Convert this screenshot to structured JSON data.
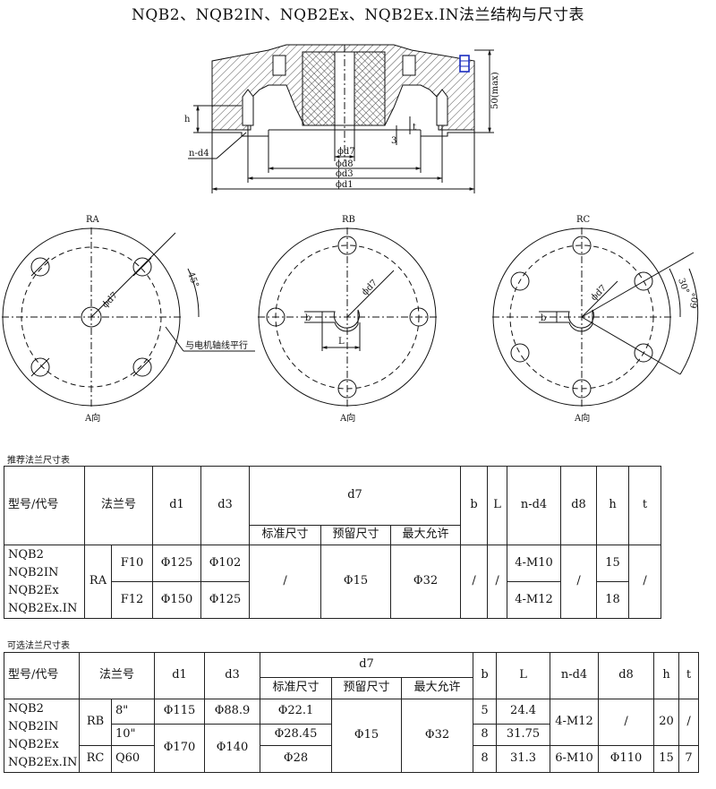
{
  "title": "NQB2、NQB2IN、NQB2Ex、NQB2Ex.IN法兰结构与尺寸表",
  "drawing": {
    "dims": {
      "d7": "ϕd7",
      "d8": "ϕd8",
      "d3": "ϕd3",
      "d1": "ϕd1",
      "h": "h",
      "t": "t",
      "three": "3",
      "max50": "50(max)",
      "nd4": "n-d4"
    },
    "views": [
      {
        "label": "RA",
        "view": "A向",
        "d7": "ϕd7",
        "angle": "45°",
        "note": "与电机轴线平行"
      },
      {
        "label": "RB",
        "view": "A向",
        "d7": "ϕd7",
        "b": "b",
        "L": "L"
      },
      {
        "label": "RC",
        "view": "A向",
        "d7": "ϕd7",
        "b": "b",
        "angle1": "30°",
        "angle2": "60°"
      }
    ]
  },
  "table1": {
    "caption": "推荐法兰尺寸表",
    "headers": {
      "model": "型号/代号",
      "flange": "法兰号",
      "d1": "d1",
      "d3": "d3",
      "d7": "d7",
      "d7_std": "标准尺寸",
      "d7_res": "预留尺寸",
      "d7_max": "最大允许",
      "b": "b",
      "L": "L",
      "nd4": "n-d4",
      "d8": "d8",
      "h": "h",
      "t": "t"
    },
    "models": [
      "NQB2",
      "NQB2IN",
      "NQB2Ex",
      "NQB2Ex.IN"
    ],
    "flange_type": "RA",
    "rows": [
      {
        "flange": "F10",
        "d1": "Φ125",
        "d3": "Φ102",
        "nd4": "4-M10",
        "h": "15"
      },
      {
        "flange": "F12",
        "d1": "Φ150",
        "d3": "Φ125",
        "nd4": "4-M12",
        "h": "18"
      }
    ],
    "shared": {
      "d7_std": "/",
      "d7_res": "Φ15",
      "d7_max": "Φ32",
      "b": "/",
      "L": "/",
      "d8": "/",
      "t": "/"
    }
  },
  "table2": {
    "caption": "可选法兰尺寸表",
    "headers": {
      "model": "型号/代号",
      "flange": "法兰号",
      "d1": "d1",
      "d3": "d3",
      "d7": "d7",
      "d7_std": "标准尺寸",
      "d7_res": "预留尺寸",
      "d7_max": "最大允许",
      "b": "b",
      "L": "L",
      "nd4": "n-d4",
      "d8": "d8",
      "h": "h",
      "t": "t"
    },
    "models": [
      "NQB2",
      "NQB2IN",
      "NQB2Ex",
      "NQB2Ex.IN"
    ],
    "rb": {
      "type": "RB",
      "r1": {
        "flange": "8\"",
        "d1": "Φ115",
        "d3": "Φ88.9",
        "d7_std": "Φ22.1",
        "b": "5",
        "L": "24.4"
      },
      "r2": {
        "flange": "10\"",
        "d1": "Φ170",
        "d3": "Φ140",
        "d7_std": "Φ28.45",
        "b": "8",
        "L": "31.75"
      },
      "nd4": "4-M12",
      "d8": "/",
      "h": "20",
      "t": "/"
    },
    "rc": {
      "type": "RC",
      "flange": "Q60",
      "d7_std": "Φ28",
      "b": "8",
      "L": "31.3",
      "nd4": "6-M10",
      "d8": "Φ110",
      "h": "15",
      "t": "7"
    },
    "shared": {
      "d7_res": "Φ15",
      "d7_max": "Φ32"
    }
  }
}
